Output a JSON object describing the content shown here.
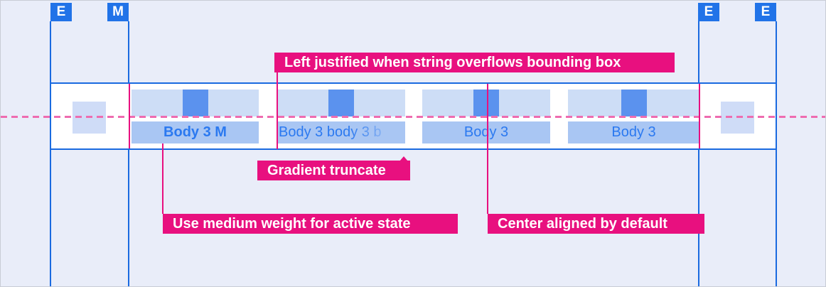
{
  "markers": [
    {
      "label": "E"
    },
    {
      "label": "M"
    },
    {
      "label": "E"
    },
    {
      "label": "E"
    }
  ],
  "tabs": [
    {
      "label": "Body 3 M",
      "state": "active",
      "align": "center"
    },
    {
      "label": "Body 3 body 3 b",
      "state": "default",
      "align": "left",
      "truncation": "gradient"
    },
    {
      "label": "Body 3",
      "state": "default",
      "align": "center"
    },
    {
      "label": "Body 3",
      "state": "default",
      "align": "center"
    }
  ],
  "annotations": {
    "left_justified": "Left justified when string overflows bounding box",
    "gradient_truncate": "Gradient truncate",
    "medium_weight": "Use medium weight for active state",
    "center_aligned": "Center aligned by default"
  },
  "colors": {
    "background": "#e9edf9",
    "guideline_blue": "#1a6ae0",
    "marker_blue": "#2173e8",
    "band_white": "#ffffff",
    "tab_top_fill": "#cdddf6",
    "tab_square_fill": "#5b92ee",
    "tab_label_fill": "#a9c6f3",
    "tab_text_blue": "#2b79f0",
    "annotation_magenta": "#e8107f",
    "dashed_pink": "#ee6cb0",
    "spacer_fill": "#cfdcf7"
  }
}
